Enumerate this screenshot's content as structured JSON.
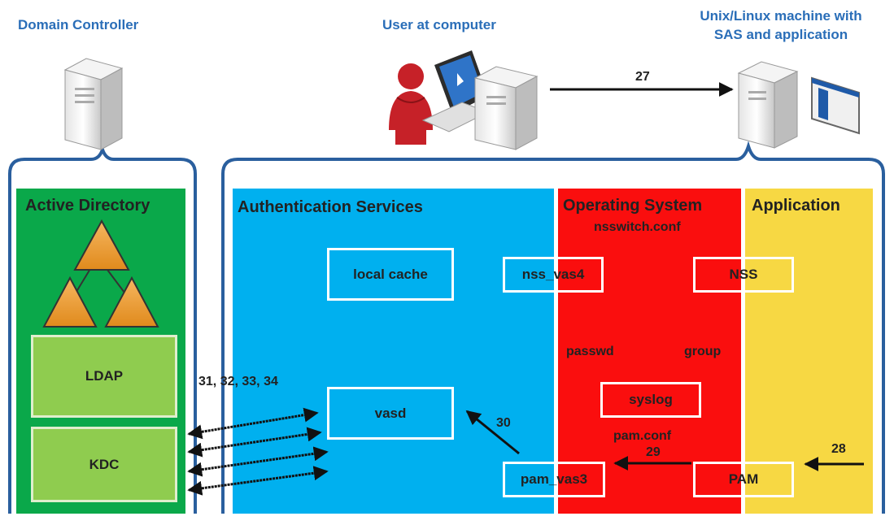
{
  "titles": {
    "domain_controller": "Domain Controller",
    "user_at_computer": "User at computer",
    "unix_machine_line1": "Unix/Linux machine with",
    "unix_machine_line2": "SAS and application"
  },
  "panels": {
    "active_directory": "Active Directory",
    "authentication_services": "Authentication Services",
    "operating_system": "Operating System",
    "application": "Application"
  },
  "boxes": {
    "ldap": "LDAP",
    "kdc": "KDC",
    "local_cache": "local cache",
    "vasd": "vasd",
    "nss_vas4": "nss_vas4",
    "pam_vas3": "pam_vas3",
    "nss": "NSS",
    "syslog": "syslog",
    "pam": "PAM"
  },
  "labels": {
    "nsswitch_conf": "nsswitch.conf",
    "passwd": "passwd",
    "group": "group",
    "pam_conf": "pam.conf"
  },
  "steps": {
    "s27": "27",
    "s28": "28",
    "s29": "29",
    "s30": "30",
    "s31_34": "31, 32, 33, 34"
  },
  "colors": {
    "green": "#0aa84a",
    "light_green": "#8fcc4f",
    "blue": "#00b0ef",
    "red": "#fa0e0e",
    "yellow": "#f7d843",
    "title_blue": "#2a6eb8"
  }
}
